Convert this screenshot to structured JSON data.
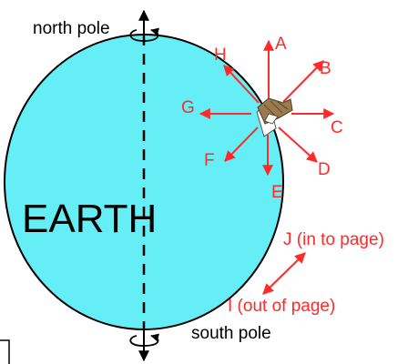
{
  "earth_label": "EARTH",
  "north_pole_label": "north pole",
  "south_pole_label": "south pole",
  "arrows": {
    "A": "A",
    "B": "B",
    "C": "C",
    "D": "D",
    "E": "E",
    "F": "F",
    "G": "G",
    "H": "H",
    "I": "I (out of page)",
    "J": "J (in to page)"
  },
  "colors": {
    "earth_fill": "#66eef6",
    "arrow": "#ff2a2a",
    "satellite_body": "#9a7b4f",
    "satellite_highlight": "#ffffff"
  }
}
